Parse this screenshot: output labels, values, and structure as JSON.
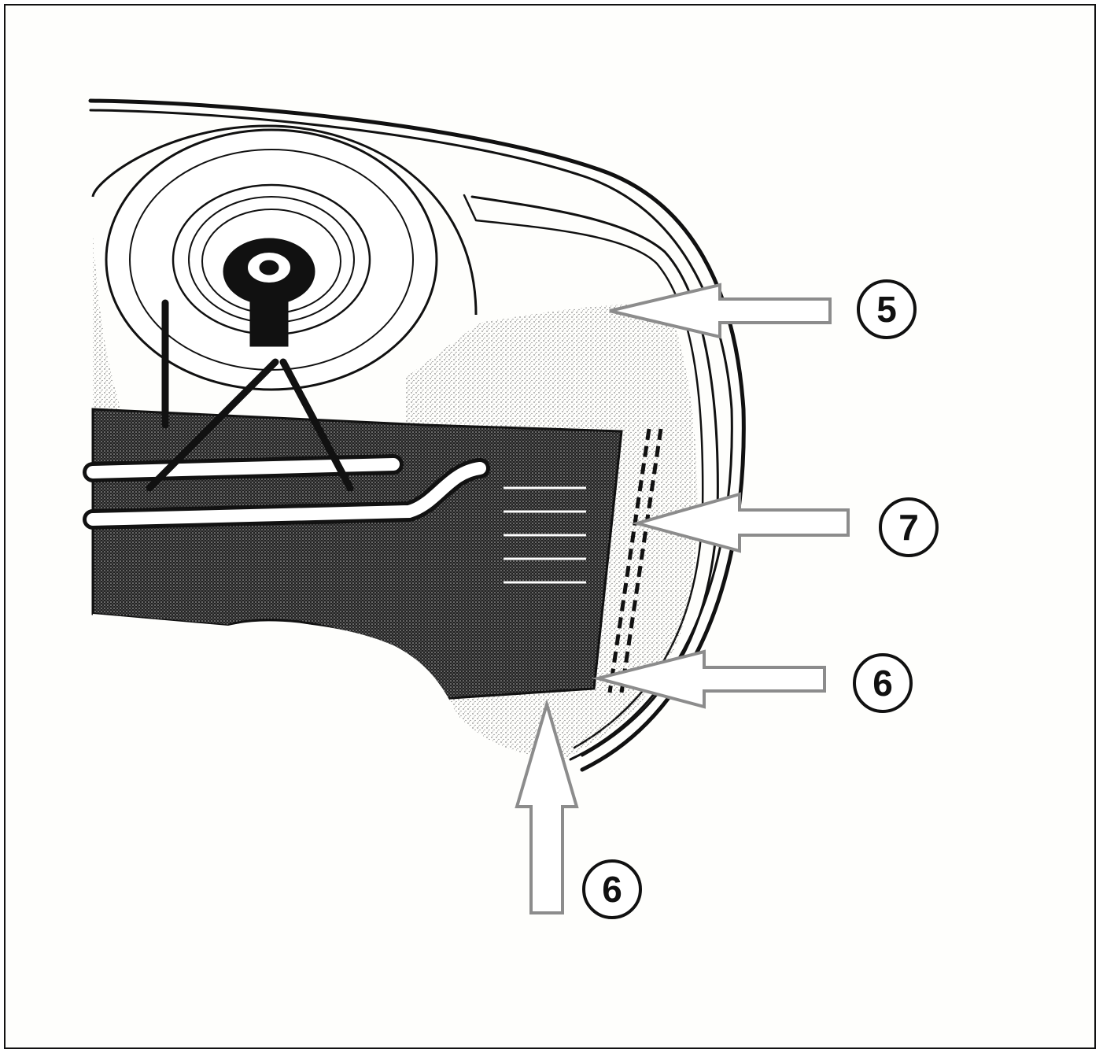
{
  "callouts": [
    {
      "id": "c5",
      "label": "5"
    },
    {
      "id": "c7",
      "label": "7"
    },
    {
      "id": "c6a",
      "label": "6"
    },
    {
      "id": "c6b",
      "label": "6"
    }
  ],
  "colors": {
    "arrow": "#8c8c8c",
    "ink": "#111111",
    "paper": "#fefefc",
    "stipple": "#555555"
  }
}
